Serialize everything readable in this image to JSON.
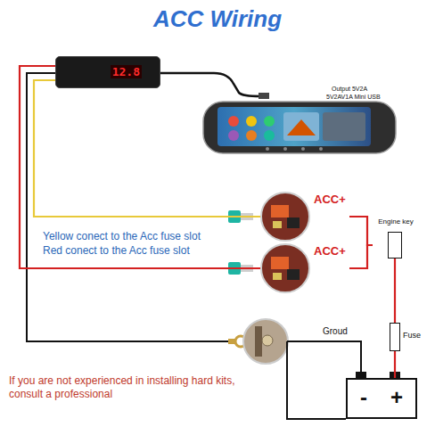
{
  "diagram": {
    "title": "ACC Wiring",
    "nodes": [
      {
        "text": [
          "12.8"
        ]
      },
      {
        "text": [
          "ACC+"
        ]
      },
      {
        "text": [
          "ACC+"
        ]
      },
      {
        "text": [
          "Engine key"
        ]
      },
      {
        "text": [
          "Fuse"
        ]
      },
      {
        "text": [
          "-",
          "+"
        ]
      }
    ],
    "edges": [
      {
        "from": 0,
        "to": 1,
        "arrow": "none"
      },
      {
        "from": 0,
        "to": 2,
        "arrow": "none"
      },
      {
        "from": 1,
        "to": 3,
        "arrow": "none"
      },
      {
        "from": 2,
        "to": 3,
        "arrow": "none"
      },
      {
        "from": 3,
        "to": 4,
        "arrow": "none"
      },
      {
        "from": 4,
        "to": 5,
        "arrow": "none"
      }
    ],
    "labels": [
      "Output 5V2A",
      "5V2AV1A Mini USB",
      "Yellow conect to the Acc fuse slot",
      "Red conect to the Acc fuse slot",
      "Groud",
      "If you are not experienced in installing hard kits, consult a professional"
    ]
  }
}
